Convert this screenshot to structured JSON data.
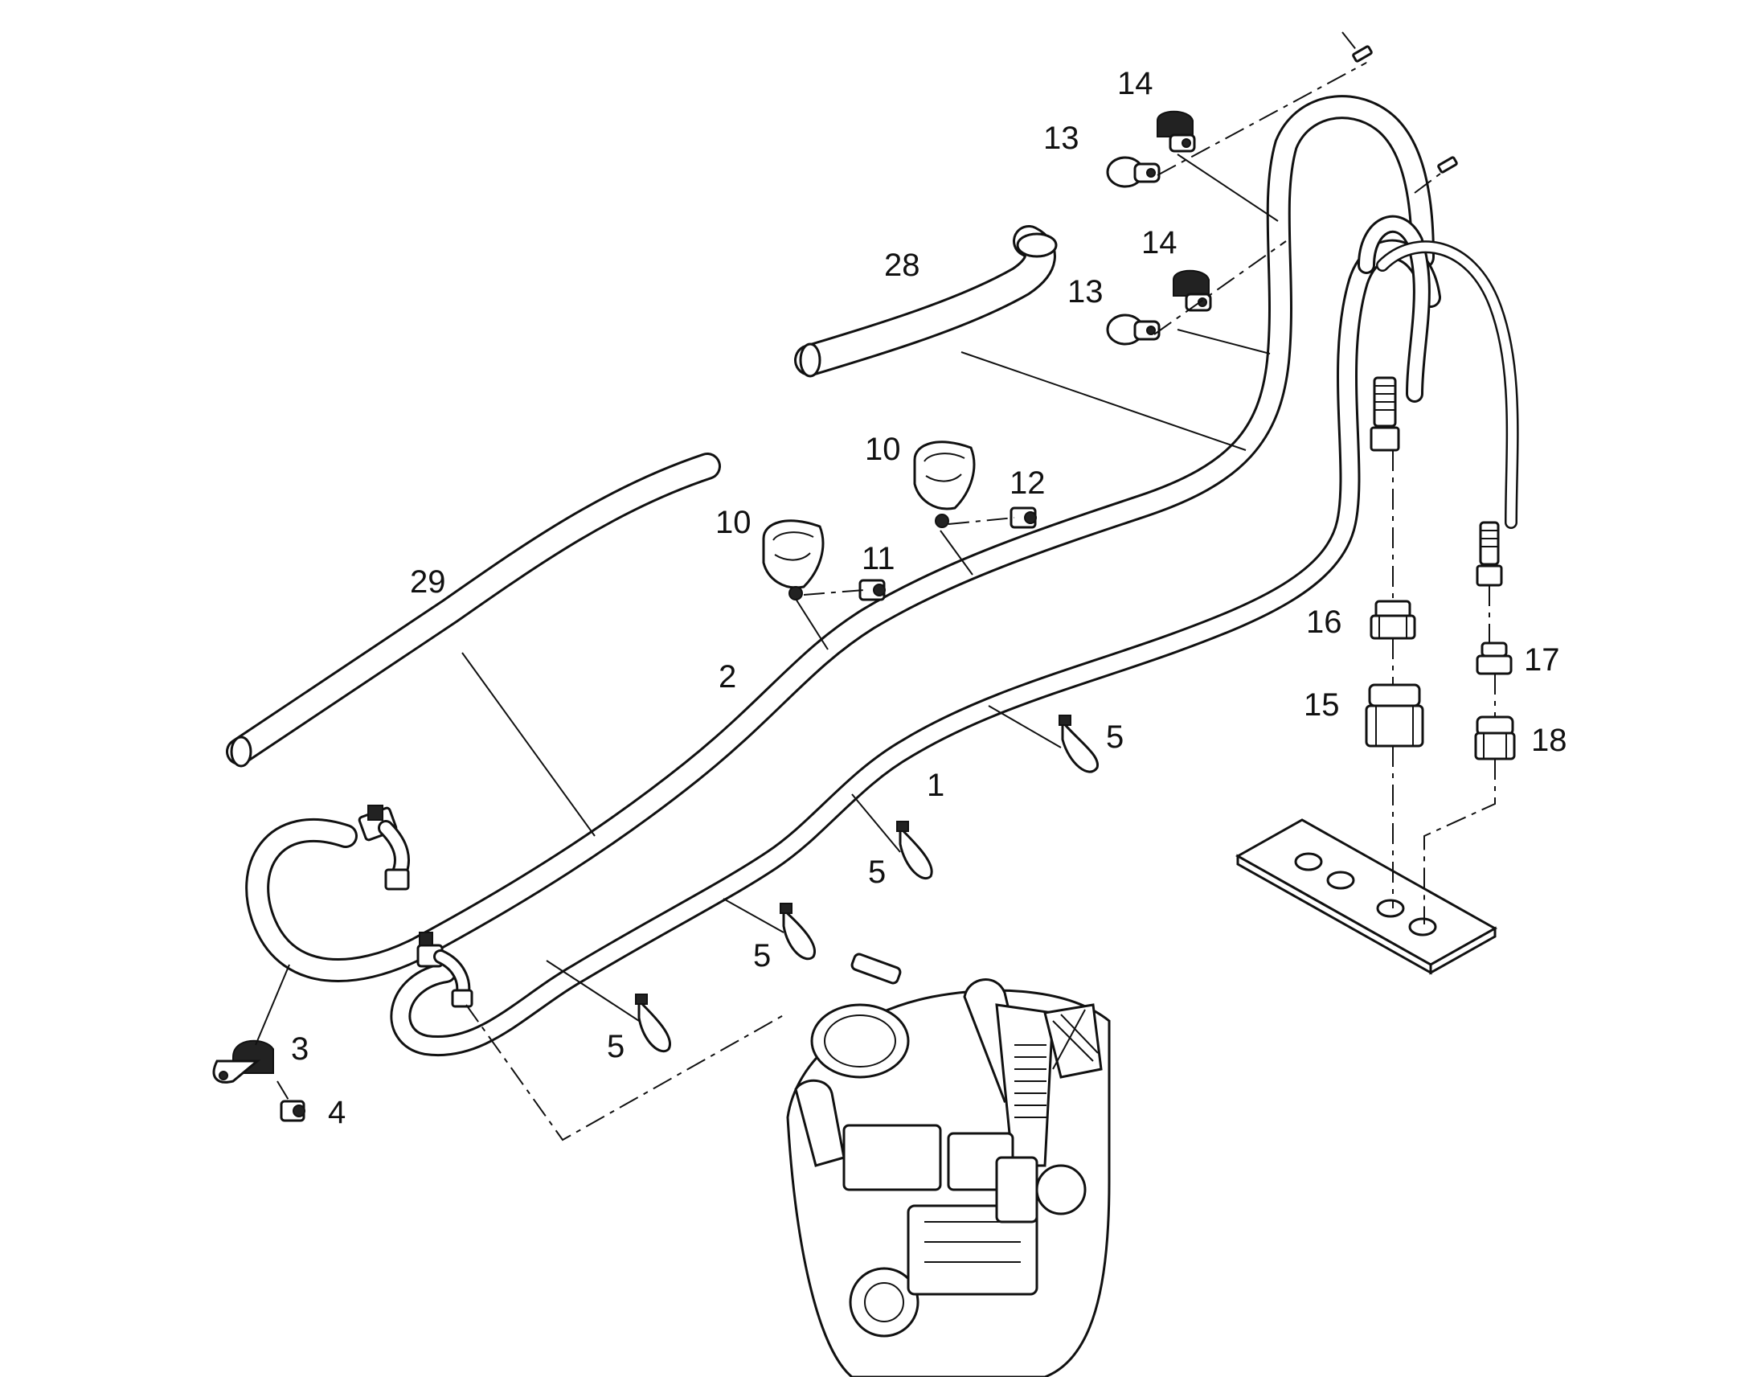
{
  "callouts": {
    "c1": "1",
    "c2": "2",
    "c3": "3",
    "c4": "4",
    "c5a": "5",
    "c5b": "5",
    "c5c": "5",
    "c5d": "5",
    "c10a": "10",
    "c10b": "10",
    "c11": "11",
    "c12": "12",
    "c13a": "13",
    "c13b": "13",
    "c14a": "14",
    "c14b": "14",
    "c15": "15",
    "c16": "16",
    "c17": "17",
    "c18": "18",
    "c28": "28",
    "c29": "29"
  }
}
